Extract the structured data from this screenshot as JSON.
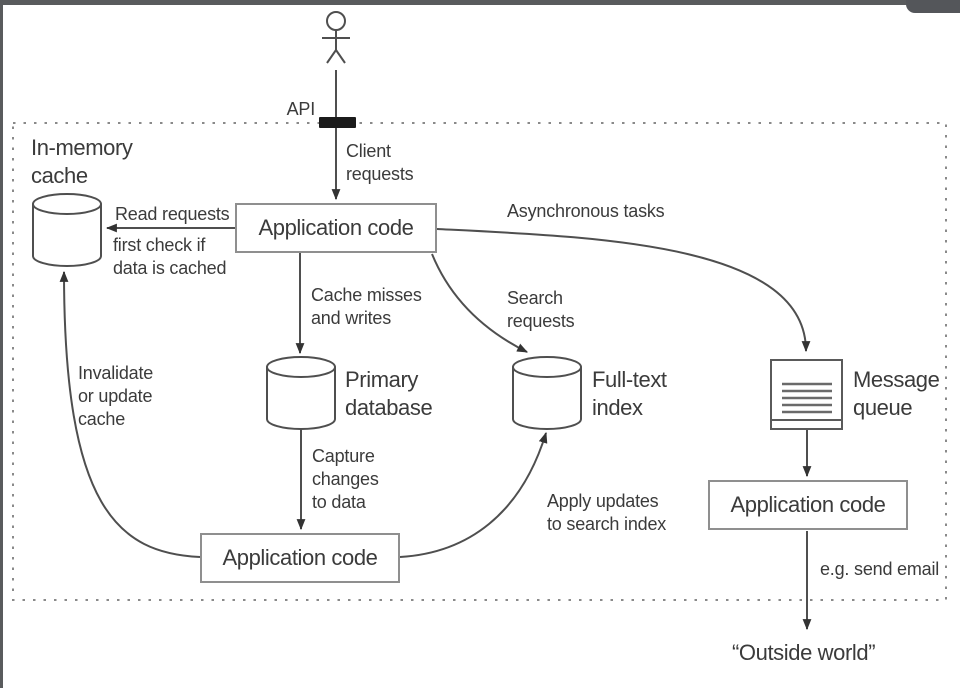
{
  "figure": {
    "description_domain": "architecture-diagram",
    "colors": {
      "line": "#4f4f4f",
      "box_border": "#8f8f8f",
      "text": "#3b3b3b",
      "dashed_border": "#8a8a8a",
      "api_bar": "#1b1b1b",
      "chrome": "#595b5d",
      "background": "#ffffff"
    },
    "nodes": {
      "api": {
        "label": "API"
      },
      "in_memory_cache": {
        "label": "In-memory\ncache"
      },
      "app_main": {
        "label": "Application code"
      },
      "primary_database": {
        "label": "Primary\ndatabase"
      },
      "fulltext_index": {
        "label": "Full-text\nindex"
      },
      "message_queue": {
        "label": "Message\nqueue"
      },
      "app_worker": {
        "label": "Application code"
      },
      "app_consumer": {
        "label": "Application code"
      },
      "outside_world": {
        "label": "“Outside world”"
      }
    },
    "edges": {
      "client_requests": {
        "label": "Client\nrequests"
      },
      "read_requests": {
        "label": "Read requests",
        "sublabel": "first check if\ndata is cached"
      },
      "asynchronous_tasks": {
        "label": "Asynchronous tasks"
      },
      "cache_misses": {
        "label": "Cache misses\nand writes"
      },
      "search_requests": {
        "label": "Search\nrequests"
      },
      "invalidate_cache": {
        "label": "Invalidate\nor update\ncache"
      },
      "capture_changes": {
        "label": "Capture\nchanges\nto data"
      },
      "apply_updates": {
        "label": "Apply updates\nto search index"
      },
      "send_email": {
        "label": "e.g. send email"
      }
    }
  }
}
